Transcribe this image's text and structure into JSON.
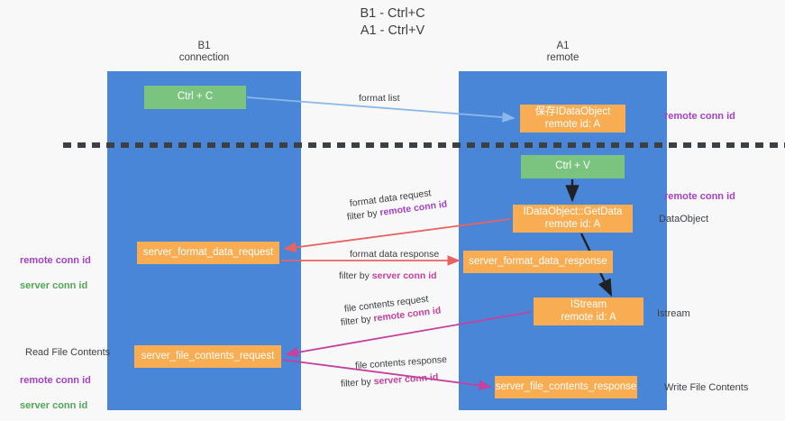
{
  "title": "B1 - Ctrl+C\nA1 - Ctrl+V",
  "lanes": {
    "b1": {
      "header": "B1\nconnection"
    },
    "a1": {
      "header": "A1\nremote"
    }
  },
  "nodes": {
    "ctrl_c": "Ctrl + C",
    "save_dataobject": "保存IDataObject\nremote id: A",
    "ctrl_v": "Ctrl + V",
    "getdata": "IDataObject::GetData\nremote id: A",
    "server_format_data_request": "server_format_data_request",
    "server_format_data_response": "server_format_data_response",
    "istream": "IStream\nremote id: A",
    "server_file_contents_request": "server_file_contents_request",
    "server_file_contents_response": "server_file_contents_response"
  },
  "side_labels": {
    "remote_conn_id_top": "remote conn id",
    "remote_conn_id_mid": "remote conn id",
    "dataobject": "DataObject",
    "istream": "Istream",
    "write_file_contents": "Write File Contents",
    "read_file_contents": "Read File Contents",
    "left_remote_conn_id_1": "remote conn id",
    "left_server_conn_id_1": "server conn id",
    "left_remote_conn_id_2": "remote conn id",
    "left_server_conn_id_2": "server conn id"
  },
  "edges": {
    "format_list": "format list",
    "format_data_request": "format data request",
    "format_data_request_filter_prefix": "filter by ",
    "format_data_request_filter_key": "remote conn id",
    "format_data_response": "format data response",
    "format_data_response_filter_prefix": "filter by ",
    "format_data_response_filter_key": "server conn id",
    "file_contents_request": "file contents request",
    "file_contents_request_filter_prefix": "filter by ",
    "file_contents_request_filter_key": "remote conn id",
    "file_contents_response": "file contents response",
    "file_contents_response_filter_prefix": "filter by ",
    "file_contents_response_filter_key": "server conn id"
  },
  "colors": {
    "lane": "#4a86d8",
    "node_green": "#7bc47f",
    "node_orange": "#f9ad53",
    "purple": "#a441c4",
    "green_text": "#4fa855",
    "magenta": "#c4419e",
    "arrow_red": "#e8635f",
    "arrow_lightblue": "#8ab8e8",
    "arrow_black": "#202124",
    "background": "#f8f8f8"
  },
  "divider": {
    "style": "dashed",
    "color": "#3c4043"
  }
}
